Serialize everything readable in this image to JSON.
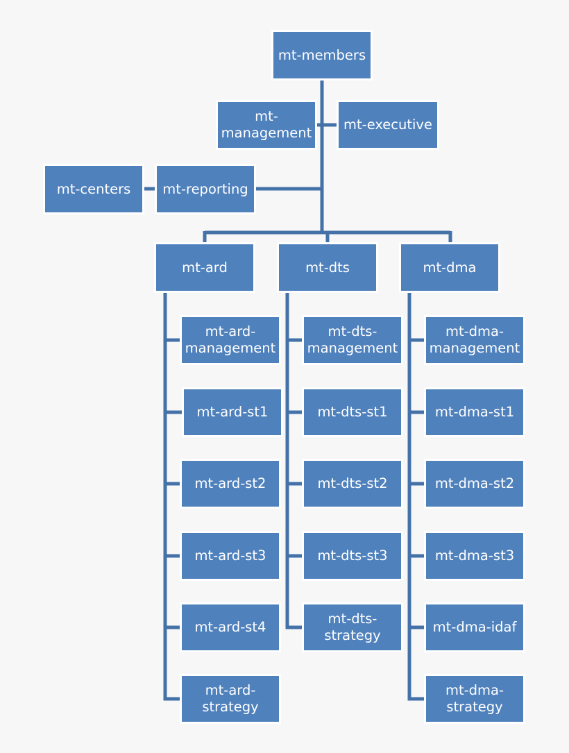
{
  "colors": {
    "box_fill": "#4f81bd",
    "box_border": "#ffffff",
    "connector": "#4472a8",
    "text": "#ffffff",
    "background": "#f7f7f7"
  },
  "root": {
    "label": "mt-members"
  },
  "assistants": {
    "management": {
      "line1": "mt-",
      "line2": "management"
    },
    "executive": {
      "label": "mt-executive"
    },
    "reporting": {
      "label": "mt-reporting"
    },
    "centers": {
      "label": "mt-centers"
    }
  },
  "departments": [
    {
      "label": "mt-ard",
      "children": [
        {
          "line1": "mt-ard-",
          "line2": "management"
        },
        {
          "line1": "mt-ard-st1"
        },
        {
          "line1": "mt-ard-st2"
        },
        {
          "line1": "mt-ard-st3"
        },
        {
          "line1": "mt-ard-st4"
        },
        {
          "line1": "mt-ard-",
          "line2": "strategy"
        }
      ]
    },
    {
      "label": "mt-dts",
      "children": [
        {
          "line1": "mt-dts-",
          "line2": "management"
        },
        {
          "line1": "mt-dts-st1"
        },
        {
          "line1": "mt-dts-st2"
        },
        {
          "line1": "mt-dts-st3"
        },
        {
          "line1": "mt-dts-",
          "line2": "strategy"
        }
      ]
    },
    {
      "label": "mt-dma",
      "children": [
        {
          "line1": "mt-dma-",
          "line2": "management"
        },
        {
          "line1": "mt-dma-st1"
        },
        {
          "line1": "mt-dma-st2"
        },
        {
          "line1": "mt-dma-st3"
        },
        {
          "line1": "mt-dma-idaf"
        },
        {
          "line1": "mt-dma-",
          "line2": "strategy"
        }
      ]
    }
  ]
}
